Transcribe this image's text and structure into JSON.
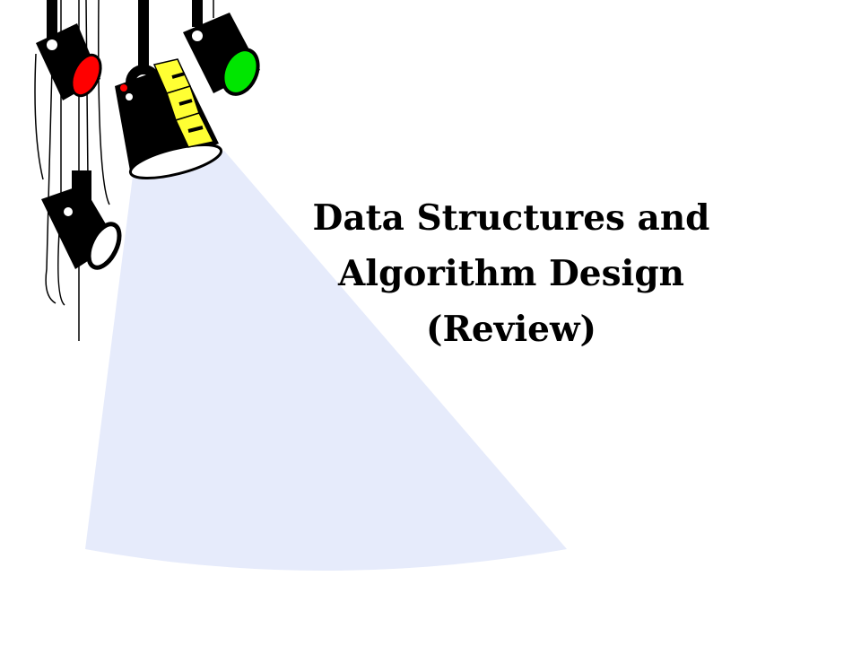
{
  "slide": {
    "title_lines": [
      "Data Structures and",
      "Algorithm Design",
      "(Review)"
    ]
  },
  "clipart": {
    "name": "spotlights-icon",
    "colors": {
      "beam": "#e6ebfb",
      "body": "#000000",
      "red_lens": "#ff0000",
      "green_lens": "#00e600",
      "yellow_band": "#ffff33",
      "white": "#ffffff"
    }
  }
}
